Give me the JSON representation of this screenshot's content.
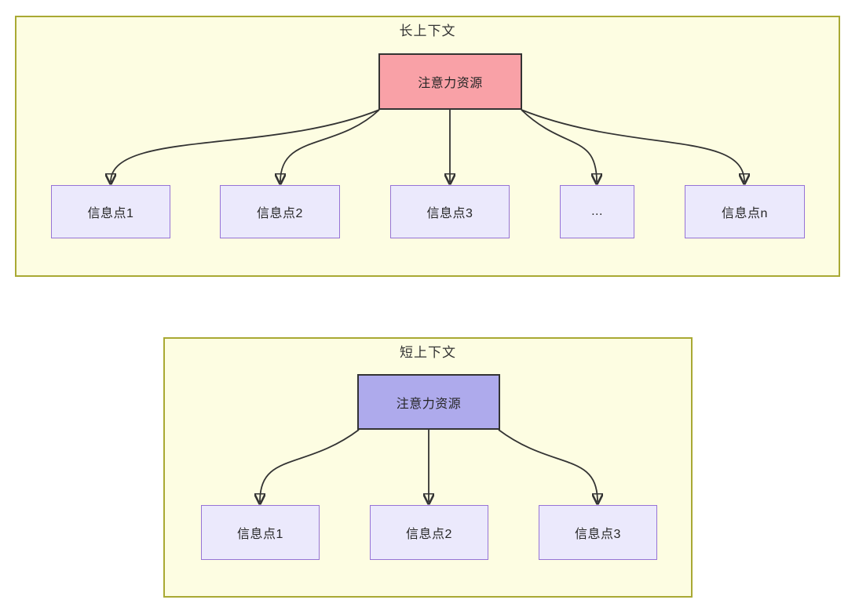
{
  "colors": {
    "group_fill": "#fdfde2",
    "group_border": "#a9a933",
    "info_node_fill": "#ebe9fc",
    "info_node_border": "#9673d6",
    "attention_long_fill": "#f9a1a7",
    "attention_short_fill": "#aeaaec",
    "arrow_color": "#333333"
  },
  "diagrams": [
    {
      "title": "长上下文",
      "root_label": "注意力资源",
      "children": [
        {
          "label": "信息点1"
        },
        {
          "label": "信息点2"
        },
        {
          "label": "信息点3"
        },
        {
          "label": "..."
        },
        {
          "label": "信息点n"
        }
      ]
    },
    {
      "title": "短上下文",
      "root_label": "注意力资源",
      "children": [
        {
          "label": "信息点1"
        },
        {
          "label": "信息点2"
        },
        {
          "label": "信息点3"
        }
      ]
    }
  ]
}
